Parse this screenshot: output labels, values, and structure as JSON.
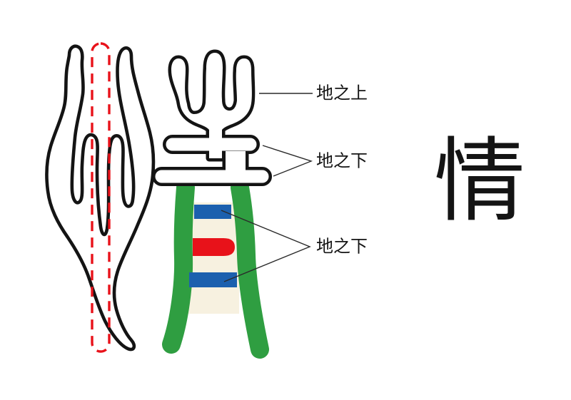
{
  "figure": {
    "modern_character": "情",
    "callouts": [
      {
        "id": "above-ground",
        "text": "地之上"
      },
      {
        "id": "below-ground-1",
        "text": "地之下"
      },
      {
        "id": "below-ground-2",
        "text": "地之下"
      }
    ]
  },
  "colors": {
    "background": "#ffffff",
    "outline": "#141414",
    "green": "#2f9e41",
    "blue": "#1c60ae",
    "red": "#e8121a",
    "cream": "#f7f1e0",
    "line": "#2a2a2a",
    "text": "#141414"
  }
}
